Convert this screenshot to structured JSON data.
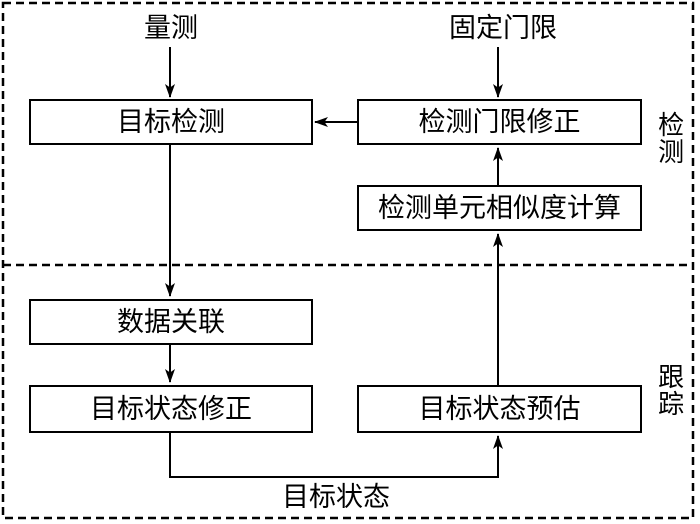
{
  "diagram": {
    "colors": {
      "line": "#000000",
      "background": "#ffffff",
      "text": "#000000"
    },
    "inputs": {
      "measurement": "量测",
      "fixed_threshold": "固定门限"
    },
    "boxes": {
      "target_detection": "目标检测",
      "detection_threshold_correction": "检测门限修正",
      "detection_cell_similarity": "检测单元相似度计算",
      "data_association": "数据关联",
      "target_state_correction": "目标状态修正",
      "target_state_prediction": "目标状态预估"
    },
    "sections": {
      "detection": "检测",
      "tracking": "跟踪"
    },
    "outputs": {
      "target_state": "目标状态"
    }
  }
}
